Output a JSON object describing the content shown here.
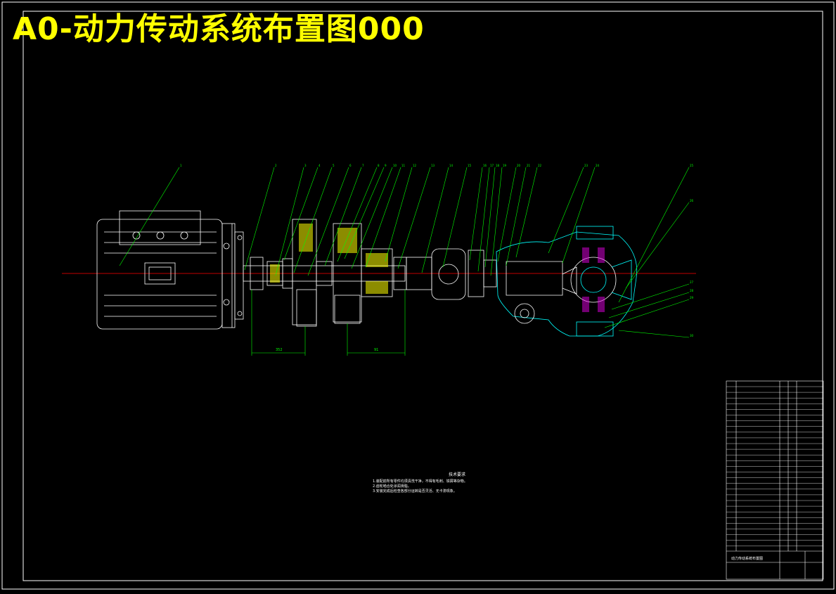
{
  "drawing": {
    "title": "A0-动力传动系统布置图000",
    "balloons": [
      "1",
      "2",
      "3",
      "4",
      "5",
      "6",
      "7",
      "8",
      "9",
      "10",
      "11",
      "12",
      "13",
      "14",
      "15",
      "16",
      "17",
      "18",
      "19",
      "20",
      "21",
      "22",
      "23",
      "24",
      "25",
      "26",
      "27",
      "28",
      "29",
      "30"
    ],
    "dimensions": [
      "352",
      "91"
    ],
    "notes_heading": "技术要求",
    "notes": [
      "1.装配前所有零件均须清洗干净，不得有毛刺、铁屑等杂物。",
      "2.齿轮啮合处涂润滑脂。",
      "3.安装完成后检查各部分运转是否灵活、无卡滞现象。"
    ],
    "title_block_name": "动力传动系统布置图"
  },
  "colors": {
    "background": "#000000",
    "title": "#ffff00",
    "outline": "#ffffff",
    "leader": "#00ff00",
    "centerline": "#ff0000",
    "section": "#00ffff",
    "hatch": "#ffff00"
  }
}
